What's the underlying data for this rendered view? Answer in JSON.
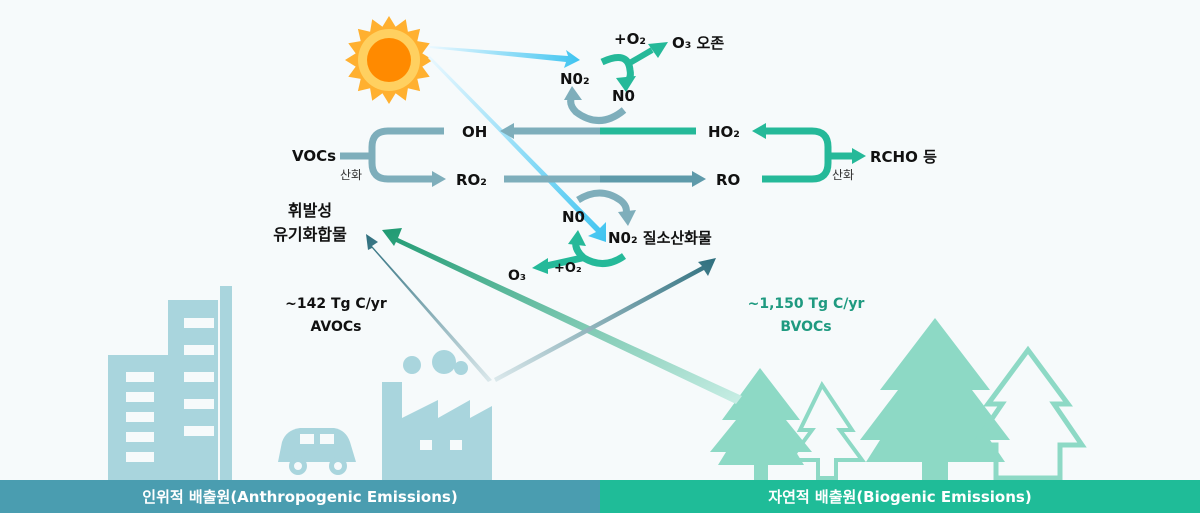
{
  "species": {
    "o2_top": "+O₂",
    "o3_ozone": "O₃ 오존",
    "no2_top": "N0₂",
    "no_top": "N0",
    "oh": "OH",
    "ho2": "HO₂",
    "vocs": "VOCs",
    "oxidation_left": "산화",
    "ro2": "RO₂",
    "ro": "RO",
    "rcho": "RCHO 등",
    "oxidation_right": "산화",
    "no_bottom": "N0",
    "no2_bottom": "N0₂ 질소산화물",
    "o3_bottom": "O₃",
    "o2_bottom": "+O₂"
  },
  "voc_label": {
    "line1": "휘발성",
    "line2": "유기화합물"
  },
  "anthropogenic": {
    "amount": "~142 Tg C/yr",
    "name": "AVOCs"
  },
  "biogenic": {
    "amount": "~1,150 Tg C/yr",
    "name": "BVOCs"
  },
  "banners": {
    "left": "인위적 배출원(Anthropogenic Emissions)",
    "right": "자연적 배출원(Biogenic Emissions)"
  },
  "colors": {
    "teal": "#25b999",
    "steel": "#7eaebb",
    "dark_teal": "#2e6f7e",
    "building": "#a9d5dd",
    "tree": "#8dd9c5",
    "sun_core": "#ff8a00",
    "sun_ray": "#ffb030"
  }
}
